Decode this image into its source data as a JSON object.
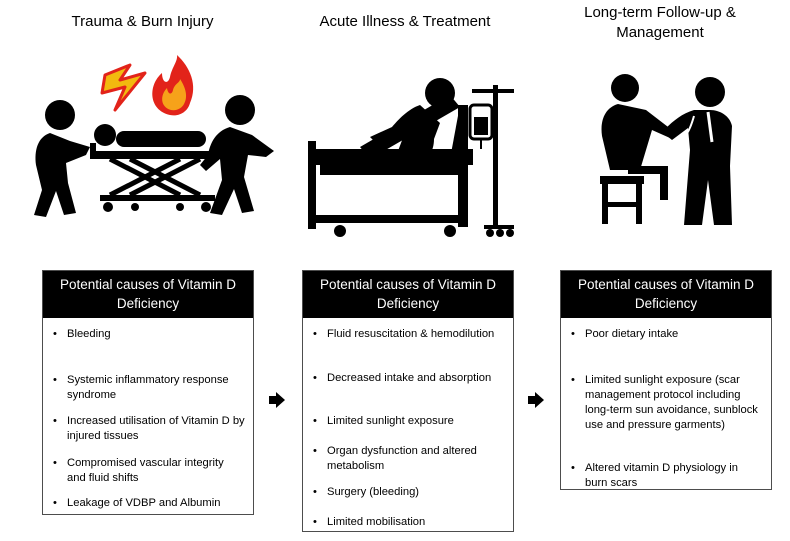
{
  "phases": [
    {
      "title": "Trauma & Burn Injury",
      "box_title": "Potential causes of Vitamin D Deficiency",
      "causes": [
        "Bleeding",
        "Systemic inflammatory response syndrome",
        "Increased utilisation of Vitamin D by injured tissues",
        "Compromised vascular integrity and fluid shifts",
        "Leakage of VDBP and Albumin"
      ]
    },
    {
      "title": "Acute Illness & Treatment",
      "box_title": "Potential causes of Vitamin D Deficiency",
      "causes": [
        "Fluid resuscitation & hemodilution",
        "Decreased intake and absorption",
        "Limited sunlight exposure",
        "Organ dysfunction and altered metabolism",
        "Surgery (bleeding)",
        "Limited mobilisation"
      ]
    },
    {
      "title": "Long-term Follow-up & Management",
      "box_title": "Potential causes of Vitamin D Deficiency",
      "causes": [
        "Poor dietary intake",
        "Limited sunlight exposure (scar management protocol including long-term sun avoidance, sunblock use and pressure garments)",
        "Altered vitamin D physiology in burn scars"
      ]
    }
  ],
  "icons": [
    "stretcher-transport-icon",
    "hospital-bed-iv-icon",
    "doctor-consultation-icon",
    "lightning-icon",
    "flame-icon",
    "right-arrow-icon"
  ],
  "colors": {
    "header_bg": "#000000",
    "header_text": "#ffffff",
    "lightning": "#f2b90f",
    "lightning_outline": "#e2231a",
    "flame": "#e2231a",
    "flame_inner": "#f6a21a"
  }
}
